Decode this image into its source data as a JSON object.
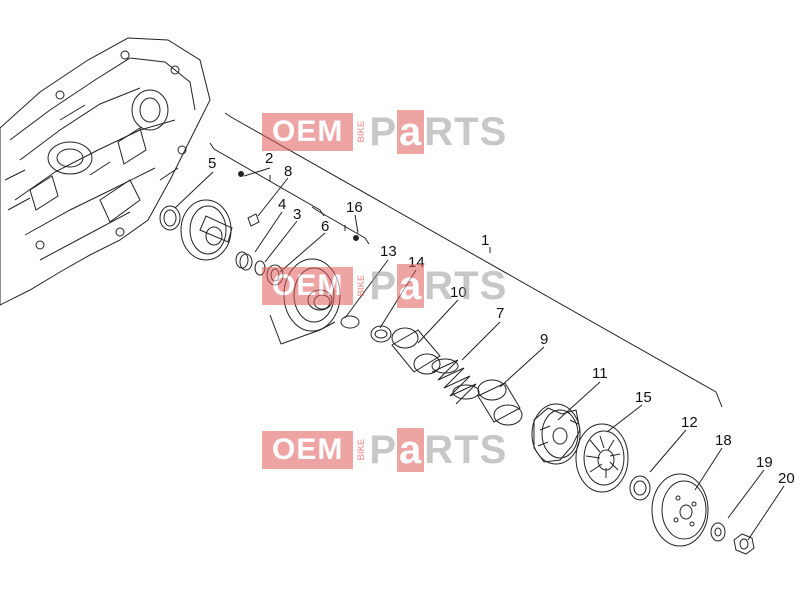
{
  "watermark": {
    "oem": "OEM",
    "bike": "BIKE",
    "parts_pre": "P",
    "parts_a": "a",
    "parts_post": "RTS"
  },
  "callouts": [
    "1",
    "2",
    "3",
    "4",
    "5",
    "6",
    "7",
    "8",
    "9",
    "10",
    "11",
    "12",
    "13",
    "14",
    "15",
    "16",
    "18",
    "19",
    "20"
  ],
  "colors": {
    "line": "#222222",
    "watermark_red": "#e35a5a",
    "watermark_gray": "#9a9a9a"
  }
}
